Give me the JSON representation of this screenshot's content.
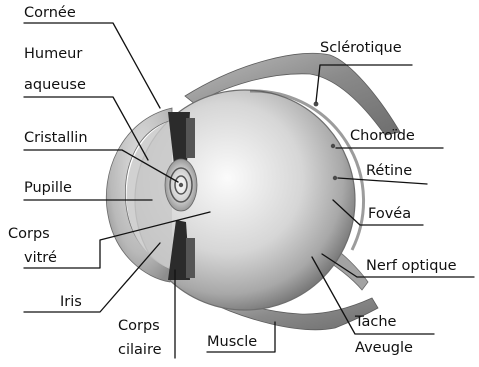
{
  "labels": {
    "cornee": "Cornée",
    "humeur_aqueuse_1": "Humeur",
    "humeur_aqueuse_2": "aqueuse",
    "cristallin": "Cristallin",
    "pupille": "Pupille",
    "corps_vitre_1": "Corps",
    "corps_vitre_2": "vitré",
    "iris": "Iris",
    "corps_cilaire_1": "Corps",
    "corps_cilaire_2": "cilaire",
    "muscle": "Muscle",
    "sclerotique": "Sclérotique",
    "choroide": "Choroïde",
    "retine": "Rétine",
    "fovea": "Fovéa",
    "nerf_optique": "Nerf optique",
    "tache_aveugle_1": "Tache",
    "tache_aveugle_2": "Aveugle"
  },
  "colors": {
    "leader_line": "#111111",
    "muscle": "#8c8c8c",
    "iris": "#2b2b2b",
    "eyeball_light": "#f4f4f4",
    "eyeball_dark": "#7d7d7d"
  }
}
